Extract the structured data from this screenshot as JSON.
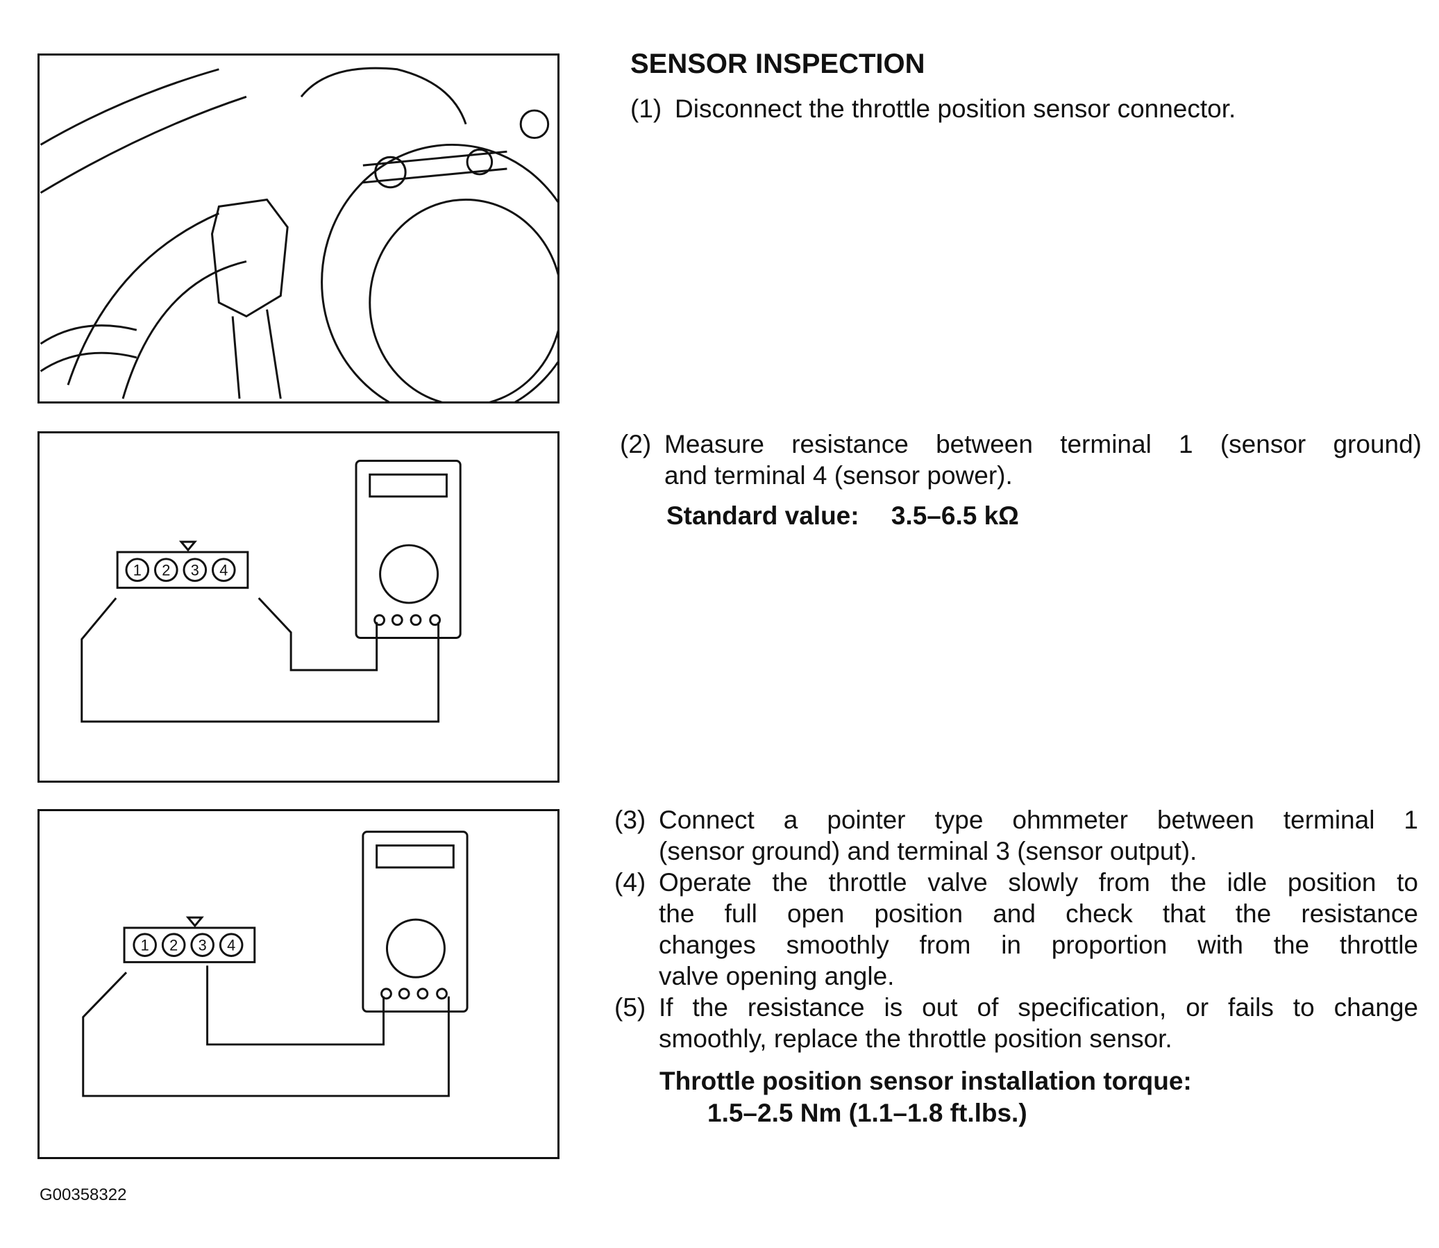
{
  "title": "SENSOR INSPECTION",
  "steps": [
    {
      "num": "(1)",
      "lines": [
        "Disconnect the throttle position sensor connector."
      ]
    },
    {
      "num": "(2)",
      "lines": [
        "Measure resistance between terminal 1 (sensor ground)",
        "and terminal 4 (sensor power)."
      ]
    },
    {
      "num": "(3)",
      "lines": [
        "Connect a pointer type ohmmeter between terminal 1",
        "(sensor ground) and terminal 3 (sensor output)."
      ]
    },
    {
      "num": "(4)",
      "lines": [
        "Operate the throttle valve slowly from the idle position to",
        "the full open position and check that the resistance",
        "changes smoothly from in proportion with the throttle",
        "valve opening angle."
      ]
    },
    {
      "num": "(5)",
      "lines": [
        "If the resistance is out of specification, or fails to change",
        "smoothly, replace the throttle position sensor."
      ]
    }
  ],
  "standard_value": {
    "label": "Standard value:",
    "value": "3.5–6.5 kΩ"
  },
  "torque": {
    "label": "Throttle position sensor installation torque:",
    "value": "1.5–2.5 Nm (1.1–1.8 ft.lbs.)"
  },
  "connector_terminals": [
    "1",
    "2",
    "3",
    "4"
  ],
  "footer_code": "G00358322"
}
